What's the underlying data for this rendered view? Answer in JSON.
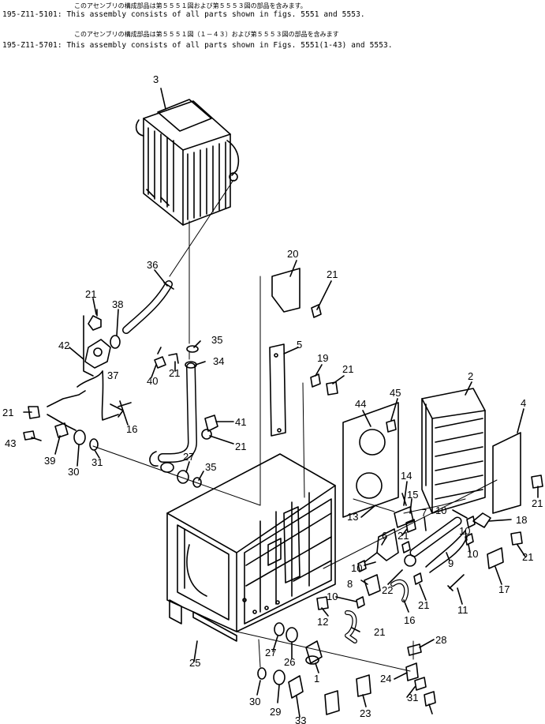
{
  "notes": [
    {
      "jp": "このアセンブリの構成部品は第５５５１図および第５５５３図の部品を含みます。",
      "part_no": "195-Z11-5101",
      "en": ": This assembly consists of all parts shown in figs. 5551 and 5553."
    },
    {
      "jp": "このアセンブリの構成部品は第５５５１図（１－４３）および第５５５３図の部品を含みます",
      "part_no": "195-Z11-5701",
      "en": ": This assembly consists of all parts shown in Figs. 5551(1-43) and 5553."
    }
  ],
  "callouts": [
    "3",
    "36",
    "21",
    "38",
    "42",
    "37",
    "35",
    "34",
    "40",
    "21",
    "21",
    "16",
    "43",
    "39",
    "30",
    "31",
    "41",
    "21",
    "27",
    "35",
    "20",
    "21",
    "5",
    "19",
    "21",
    "44",
    "45",
    "2",
    "4",
    "21",
    "13",
    "14",
    "15",
    "7",
    "10",
    "18",
    "21",
    "6",
    "21",
    "10",
    "9",
    "10",
    "10",
    "17",
    "8",
    "22",
    "10",
    "21",
    "12",
    "16",
    "11",
    "21",
    "28",
    "27",
    "26",
    "1",
    "25",
    "24",
    "31",
    "30",
    "29",
    "33",
    "23"
  ]
}
